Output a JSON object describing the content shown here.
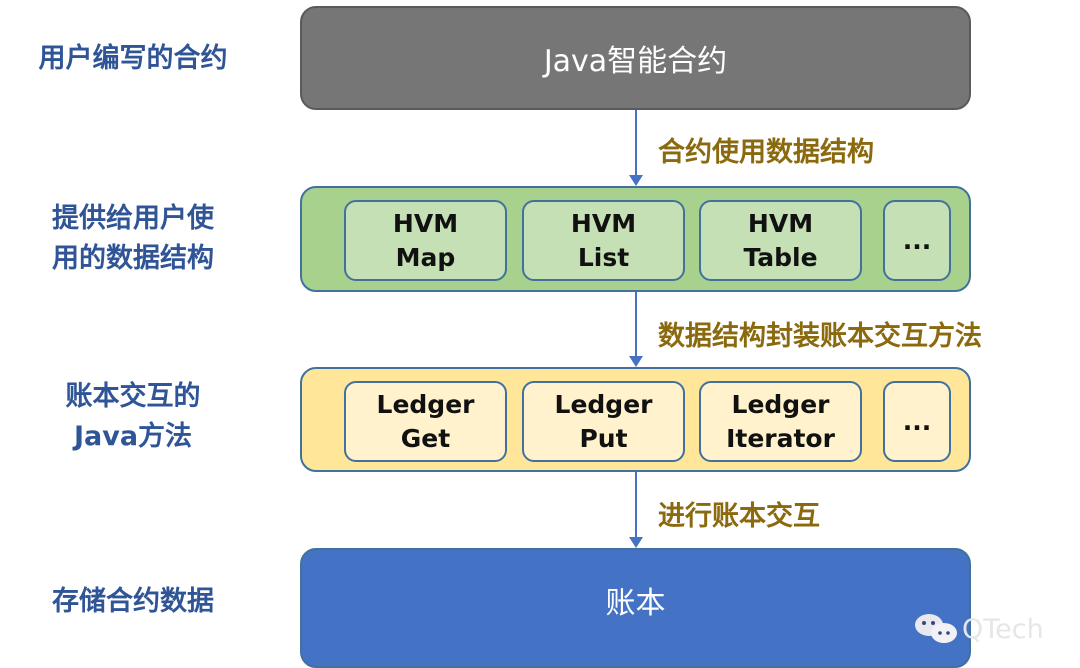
{
  "left_labels": [
    "用户编写的合约",
    "提供给用户使",
    "用的数据结构",
    "账本交互的",
    "Java方法",
    "存储合约数据"
  ],
  "layers": {
    "contract": "Java智能合约",
    "data_structures": [
      [
        "HVM",
        "Map"
      ],
      [
        "HVM",
        "List"
      ],
      [
        "HVM",
        "Table"
      ],
      [
        "..."
      ]
    ],
    "ledger_methods": [
      [
        "Ledger",
        "Get"
      ],
      [
        "Ledger",
        "Put"
      ],
      [
        "Ledger",
        "Iterator"
      ],
      [
        "..."
      ]
    ],
    "ledger": "账本"
  },
  "arrows": [
    "合约使用数据结构",
    "数据结构封装账本交互方法",
    "进行账本交互"
  ],
  "watermark": "QTech",
  "colors": {
    "contract": "#767171",
    "data": "#a9d18e",
    "data_inner": "#c5e0b4",
    "method": "#ffe699",
    "method_inner": "#fff2cc",
    "ledger": "#4472c4",
    "label": "#2f5597",
    "arrow_label": "#8b6a0f"
  }
}
